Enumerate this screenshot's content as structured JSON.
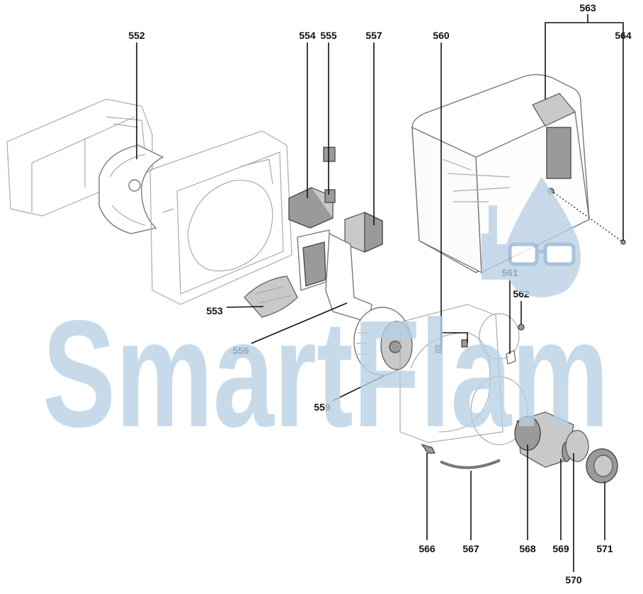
{
  "watermark": {
    "text": "SmartFlam",
    "color": "#b8d0e4"
  },
  "callouts": [
    {
      "id": "552",
      "label": "552"
    },
    {
      "id": "553",
      "label": "553"
    },
    {
      "id": "554",
      "label": "554"
    },
    {
      "id": "555",
      "label": "555"
    },
    {
      "id": "556",
      "label": "556"
    },
    {
      "id": "557",
      "label": "557"
    },
    {
      "id": "559",
      "label": "559"
    },
    {
      "id": "560",
      "label": "560"
    },
    {
      "id": "561",
      "label": "561"
    },
    {
      "id": "562",
      "label": "562"
    },
    {
      "id": "563",
      "label": "563"
    },
    {
      "id": "564",
      "label": "564"
    },
    {
      "id": "566",
      "label": "566"
    },
    {
      "id": "567",
      "label": "567"
    },
    {
      "id": "568",
      "label": "568"
    },
    {
      "id": "569",
      "label": "569"
    },
    {
      "id": "570",
      "label": "570"
    },
    {
      "id": "571",
      "label": "571"
    }
  ]
}
